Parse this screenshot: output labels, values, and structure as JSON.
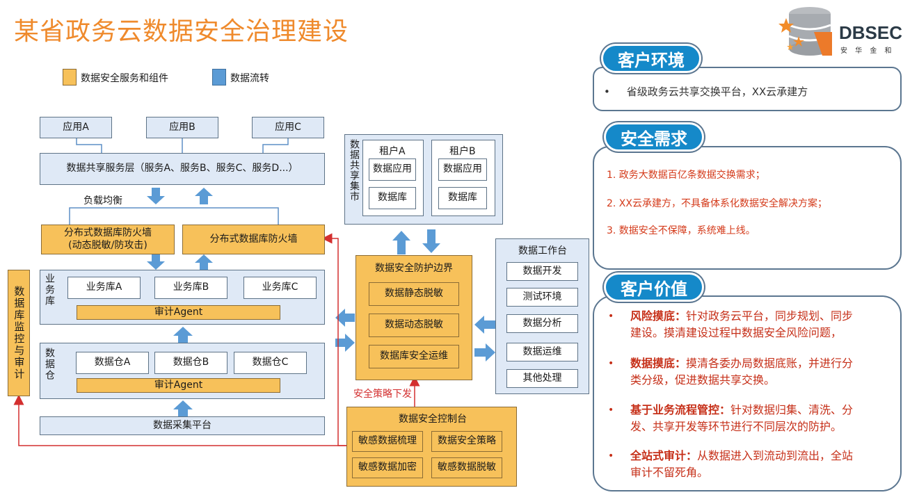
{
  "title": "某省政务云数据安全治理建设",
  "logo": {
    "name": "DBSEC",
    "sub": "安 华 金 和"
  },
  "colors": {
    "accent_orange": "#ef8a2c",
    "component": "#f7c15a",
    "flow": "#5b9bd5",
    "red_line": "#d32f2f",
    "pill": "#1589c9"
  },
  "legend": {
    "component": "数据安全服务和组件",
    "flow": "数据流转"
  },
  "diagram": {
    "apps": [
      "应用A",
      "应用B",
      "应用C"
    ],
    "share_layer": "数据共享服务层（服务A、服务B、服务C、服务D...）",
    "load_balance": "负载均衡",
    "fw1_line1": "分布式数据库防火墙",
    "fw1_line2": "(动态脱敏/防攻击)",
    "fw2": "分布式数据库防火墙",
    "biz_label": "业务库",
    "biz_dbs": [
      "业务库A",
      "业务库B",
      "业务库C"
    ],
    "audit_agent": "审计Agent",
    "dw_label": "数据仓",
    "dws": [
      "数据仓A",
      "数据仓B",
      "数据仓C"
    ],
    "collect": "数据采集平台",
    "monitor": "数据库监控与审计",
    "cluster_label": "数据共享集市",
    "tenants": [
      {
        "name": "租户A",
        "app": "数据应用",
        "db": "数据库"
      },
      {
        "name": "租户B",
        "app": "数据应用",
        "db": "数据库"
      }
    ],
    "boundary": "数据安全防护边界",
    "boundary_items": [
      "数据静态脱敏",
      "数据动态脱敏",
      "数据库安全运维"
    ],
    "workbench": "数据工作台",
    "workbench_items": [
      "数据开发",
      "测试环境",
      "数据分析",
      "数据运维",
      "其他处理"
    ],
    "policy_push": "安全策略下发",
    "console": "数据安全控制台",
    "console_items": [
      "敏感数据梳理",
      "数据安全策略",
      "敏感数据加密",
      "敏感数据脱敏"
    ]
  },
  "right": {
    "env": {
      "title": "客户环境",
      "items": [
        "省级政务云共享交换平台，XX云承建方"
      ]
    },
    "needs": {
      "title": "安全需求",
      "items": [
        "1.   政务大数据百亿条数据交换需求；",
        "2.   XX云承建方，不具备体系化数据安全解决方案；",
        "3.   数据安全不保障，系统难上线。"
      ]
    },
    "value": {
      "title": "客户价值",
      "items": [
        {
          "head": "风险摸底：",
          "line1": "针对政务云平台，同步规划、同步",
          "line2": "建设。摸清建设过程中数据安全风险问题，"
        },
        {
          "head": "数据摸底：",
          "line1": "摸清各委办局数据底账，并进行分",
          "line2": "类分级，促进数据共享交换。"
        },
        {
          "head": "基于业务流程管控：",
          "line1": "针对数据归集、清洗、分",
          "line2": "发、共享开发等环节进行不同层次的防护。"
        },
        {
          "head": "全站式审计：",
          "line1": "从数据进入到流动到流出，全站",
          "line2": "审计不留死角。"
        }
      ]
    }
  }
}
